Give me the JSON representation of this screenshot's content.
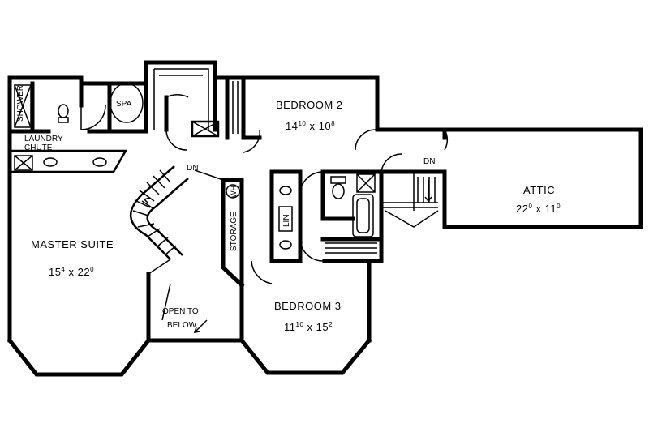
{
  "rooms": {
    "bedroom2": {
      "name": "BEDROOM 2",
      "w": "14",
      "w_in": "10",
      "h": "10",
      "h_in": "8"
    },
    "attic": {
      "name": "ATTIC",
      "w": "22",
      "w_in": "0",
      "h": "11",
      "h_in": "0"
    },
    "master": {
      "name": "MASTER SUITE",
      "w": "15",
      "w_in": "4",
      "h": "22",
      "h_in": "0"
    },
    "bedroom3": {
      "name": "BEDROOM 3",
      "w": "11",
      "w_in": "10",
      "h": "15",
      "h_in": "2"
    }
  },
  "labels": {
    "shower": "SHOWER",
    "spa": "SPA",
    "laundry_line1": "LAUNDRY",
    "laundry_line2": "CHUTE",
    "dn_main": "DN",
    "dn_attic": "DN",
    "storage": "STORAGE",
    "wh": "WH",
    "lin": "LIN",
    "open_line1": "OPEN TO",
    "open_line2": "BELOW"
  }
}
